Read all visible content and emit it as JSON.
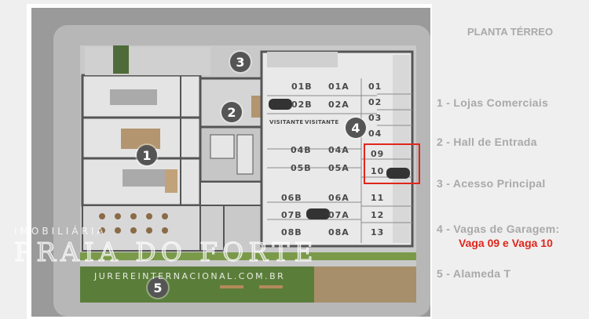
{
  "legend": {
    "title": "PLANTA TÉRREO",
    "items": [
      "1 - Lojas Comerciais",
      "2 - Hall de Entrada",
      "3 - Acesso Principal",
      "4 - Vagas de Garagem:",
      "5 - Alameda T"
    ],
    "highlight": "Vaga 09 e Vaga 10",
    "highlight_color": "#e0261c"
  },
  "markers": [
    "1",
    "2",
    "3",
    "4",
    "5"
  ],
  "spots": {
    "left": [
      "01B",
      "02B",
      "04B",
      "05B",
      "06B",
      "07B",
      "08B"
    ],
    "middle": [
      "01A",
      "02A",
      "04A",
      "05A",
      "06A",
      "07A",
      "08A"
    ],
    "right": [
      "01",
      "02",
      "03",
      "04",
      "09",
      "10",
      "11",
      "12",
      "13"
    ]
  },
  "visitor_labels": [
    "VISITANTE",
    "VISITANTE"
  ],
  "watermark": {
    "top": "IMOBILIÁRIA",
    "main": "PRAIA DO FORTE",
    "site": "JUREREINTERNACIONAL.COM.BR"
  }
}
